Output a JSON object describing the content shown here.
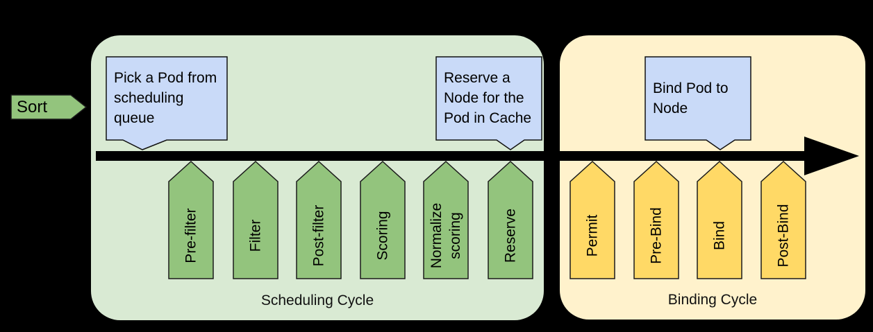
{
  "sort": {
    "label": "Sort"
  },
  "scheduling_cycle": {
    "label": "Scheduling Cycle",
    "stages": [
      "Pre-filter",
      "Filter",
      "Post-filter",
      "Scoring",
      "Normalize scoring",
      "Reserve"
    ]
  },
  "binding_cycle": {
    "label": "Binding Cycle",
    "stages": [
      "Permit",
      "Pre-Bind",
      "Bind",
      "Post-Bind"
    ]
  },
  "callouts": {
    "pick_pod": "Pick a Pod from scheduling queue",
    "reserve_node": "Reserve a Node for the Pod in Cache",
    "bind_pod": "Bind Pod to Node"
  },
  "colors": {
    "background": "#000000",
    "scheduling_container": "#d9ead3",
    "binding_container": "#fff2cc",
    "scheduling_stage_fill": "#93c47d",
    "binding_stage_fill": "#ffd966",
    "callout_fill": "#c9daf8",
    "timeline": "#000000"
  }
}
